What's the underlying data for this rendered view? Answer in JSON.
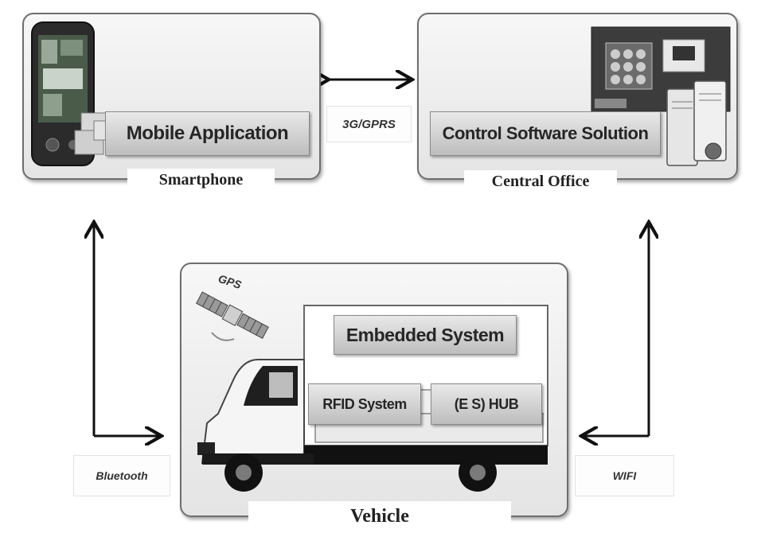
{
  "nodes": {
    "smartphone": {
      "caption": "Smartphone",
      "label": "Mobile Application"
    },
    "central_office": {
      "caption": "Central Office",
      "label": "Control Software Solution"
    },
    "vehicle": {
      "caption": "Vehicle",
      "gps_label": "GPS",
      "embedded_label": "Embedded System",
      "rfid_label": "RFID System",
      "hub_label": "(E S) HUB"
    }
  },
  "links": {
    "phone_office": "3G/GPRS",
    "phone_vehicle": "Bluetooth",
    "office_vehicle": "WIFI"
  },
  "colors": {
    "panel_border": "#6e6e6e",
    "arrow": "#111111",
    "bar_fill": "#d2d2d2"
  },
  "icons": [
    "smartphone-icon",
    "server-icon",
    "monitor-screen-icon",
    "satellite-icon",
    "truck-icon"
  ]
}
